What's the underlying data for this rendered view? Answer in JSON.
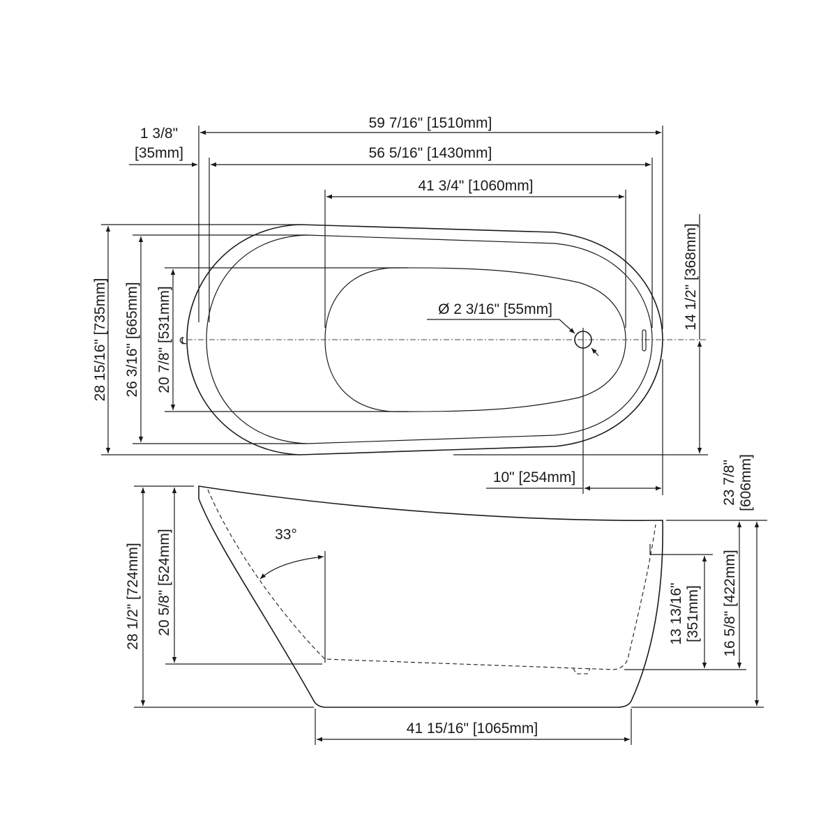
{
  "drawing": {
    "top_view": {
      "overall_length": "59 7/16\" [1510mm]",
      "rim_offset_in": "1 3/8\"",
      "rim_offset_mm": "[35mm]",
      "inner_length": "56 5/16\" [1430mm]",
      "basin_length": "41 3/4\" [1060mm]",
      "drain_diameter": "Ø 2 3/16\" [55mm]",
      "overall_width": "28 15/16\" [735mm]",
      "inner_width": "26 3/16\" [665mm]",
      "basin_width": "20 7/8\" [531mm]",
      "half_width": "14 1/2\" [368mm]",
      "drain_offset": "10\" [254mm]",
      "centerline_symbol": "℄"
    },
    "side_view": {
      "back_height": "23 7/8\"",
      "back_height_mm": "[606mm]",
      "overall_height": "28 1/2\" [724mm]",
      "inner_depth": "20 5/8\" [524mm]",
      "backrest_angle": "33°",
      "overflow_height_in": "13 13/16\"",
      "overflow_height_mm": "[351mm]",
      "water_depth": "16 5/8\" [422mm]",
      "base_length": "41 15/16\" [1065mm]"
    }
  }
}
